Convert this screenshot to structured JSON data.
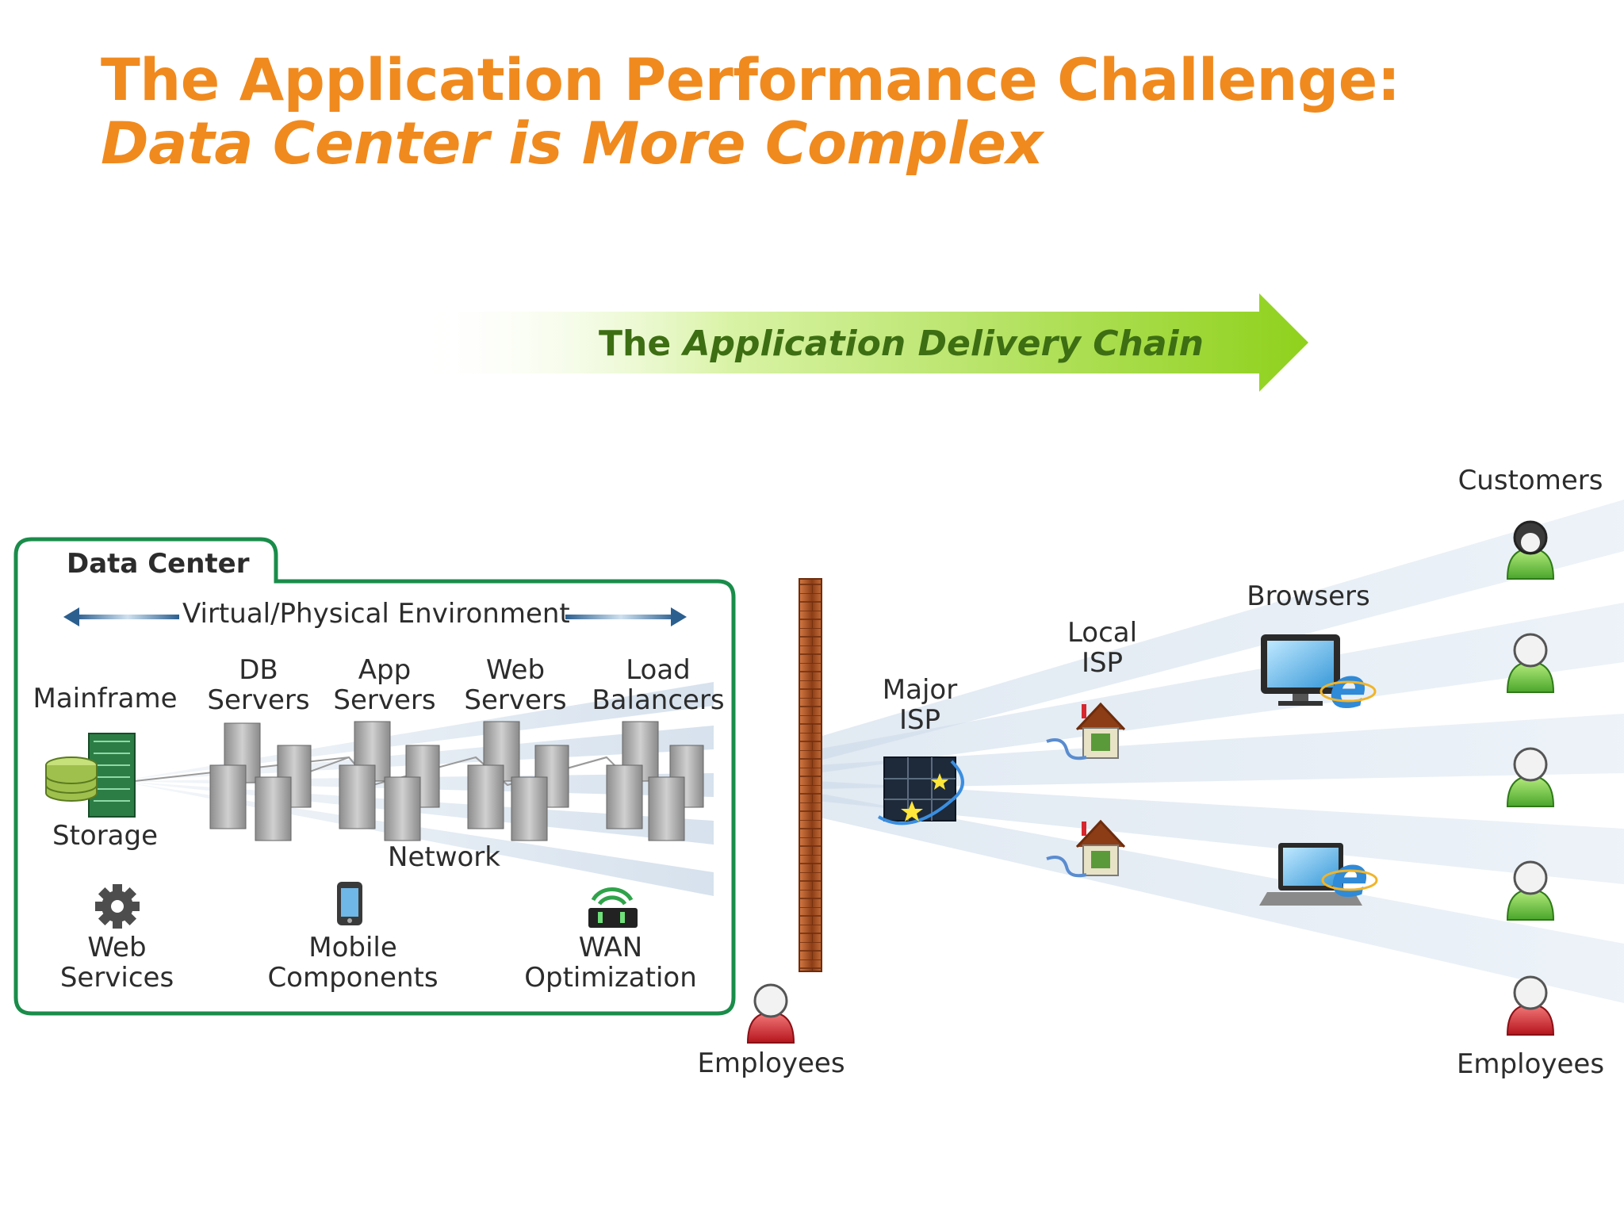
{
  "title": {
    "line1": "The Application Performance Challenge:",
    "line2": "Data Center is More Complex"
  },
  "delivery_chain": {
    "prefix": "The ",
    "emphasis": "Application Delivery Chain"
  },
  "data_center": {
    "tab_label": "Data Center",
    "environment_label": "Virtual/Physical Environment",
    "mainframe_label": "Mainframe",
    "storage_label": "Storage",
    "server_groups": [
      {
        "line1": "DB",
        "line2": "Servers"
      },
      {
        "line1": "App",
        "line2": "Servers"
      },
      {
        "line1": "Web",
        "line2": "Servers"
      },
      {
        "line1": "Load",
        "line2": "Balancers"
      }
    ],
    "network_label": "Network",
    "services": [
      {
        "line1": "Web",
        "line2": "Services",
        "icon": "gear-icon"
      },
      {
        "line1": "Mobile",
        "line2": "Components",
        "icon": "mobile-phone-icon"
      },
      {
        "line1": "WAN",
        "line2": "Optimization",
        "icon": "wan-router-icon"
      }
    ]
  },
  "internet": {
    "major_isp": {
      "line1": "Major",
      "line2": "ISP"
    },
    "local_isp": {
      "line1": "Local",
      "line2": "ISP"
    },
    "browsers_label": "Browsers",
    "customers_label": "Customers",
    "employees_left_label": "Employees",
    "employees_right_label": "Employees"
  },
  "colors": {
    "title": "#f08a1e",
    "chain_text": "#3d6e13",
    "chain_arrow": "#8fd11c",
    "box_border": "#1a8c4a",
    "firewall": "#b5622e",
    "customer": "#6cc644",
    "employee": "#d7262e"
  }
}
